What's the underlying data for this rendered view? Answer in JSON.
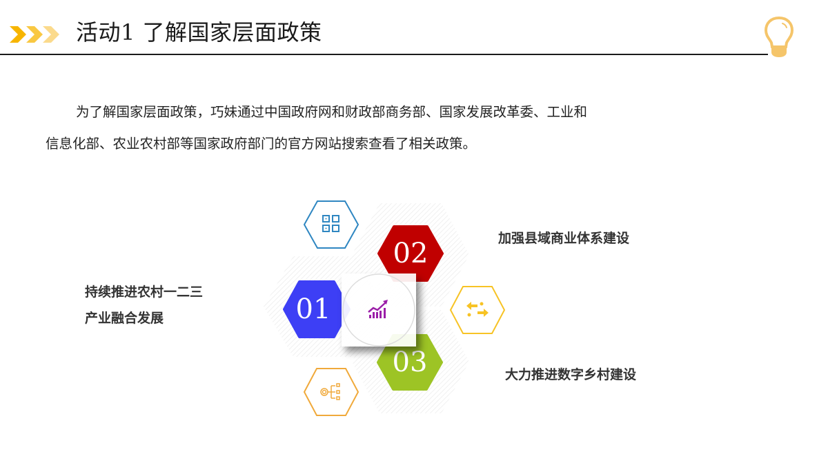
{
  "header": {
    "title": "活动1  了解国家层面政策",
    "chevron_colors": [
      "#F7B500",
      "#F9C842",
      "#FBDA8C"
    ],
    "bulb_color": "#F5C56A",
    "rule_color": "#1a1a1a"
  },
  "intro": {
    "line1": "为了解国家层面政策，巧妹通过中国政府网和财政部商务部、国家发展改革委、工业和",
    "line2": "信息化部、农业农村部等国家政府部门的官方网站搜索查看了相关政策。"
  },
  "diagram": {
    "items": [
      {
        "number": "01",
        "label_line1": "持续推进农村一二三",
        "label_line2": "产业融合发展",
        "color": "#3D3FF5"
      },
      {
        "number": "02",
        "label": "加强县域商业体系建设",
        "color": "#C00000"
      },
      {
        "number": "03",
        "label": "大力推进数字乡村建设",
        "color": "#9DC425"
      }
    ],
    "icons": [
      {
        "name": "grid-icon",
        "color": "#2E86C1"
      },
      {
        "name": "exchange-arrows-icon",
        "color": "#F7C325"
      },
      {
        "name": "coin-flow-icon",
        "color": "#F0A93A"
      },
      {
        "name": "growth-chart-icon",
        "color": "#9B1FA8"
      }
    ]
  }
}
